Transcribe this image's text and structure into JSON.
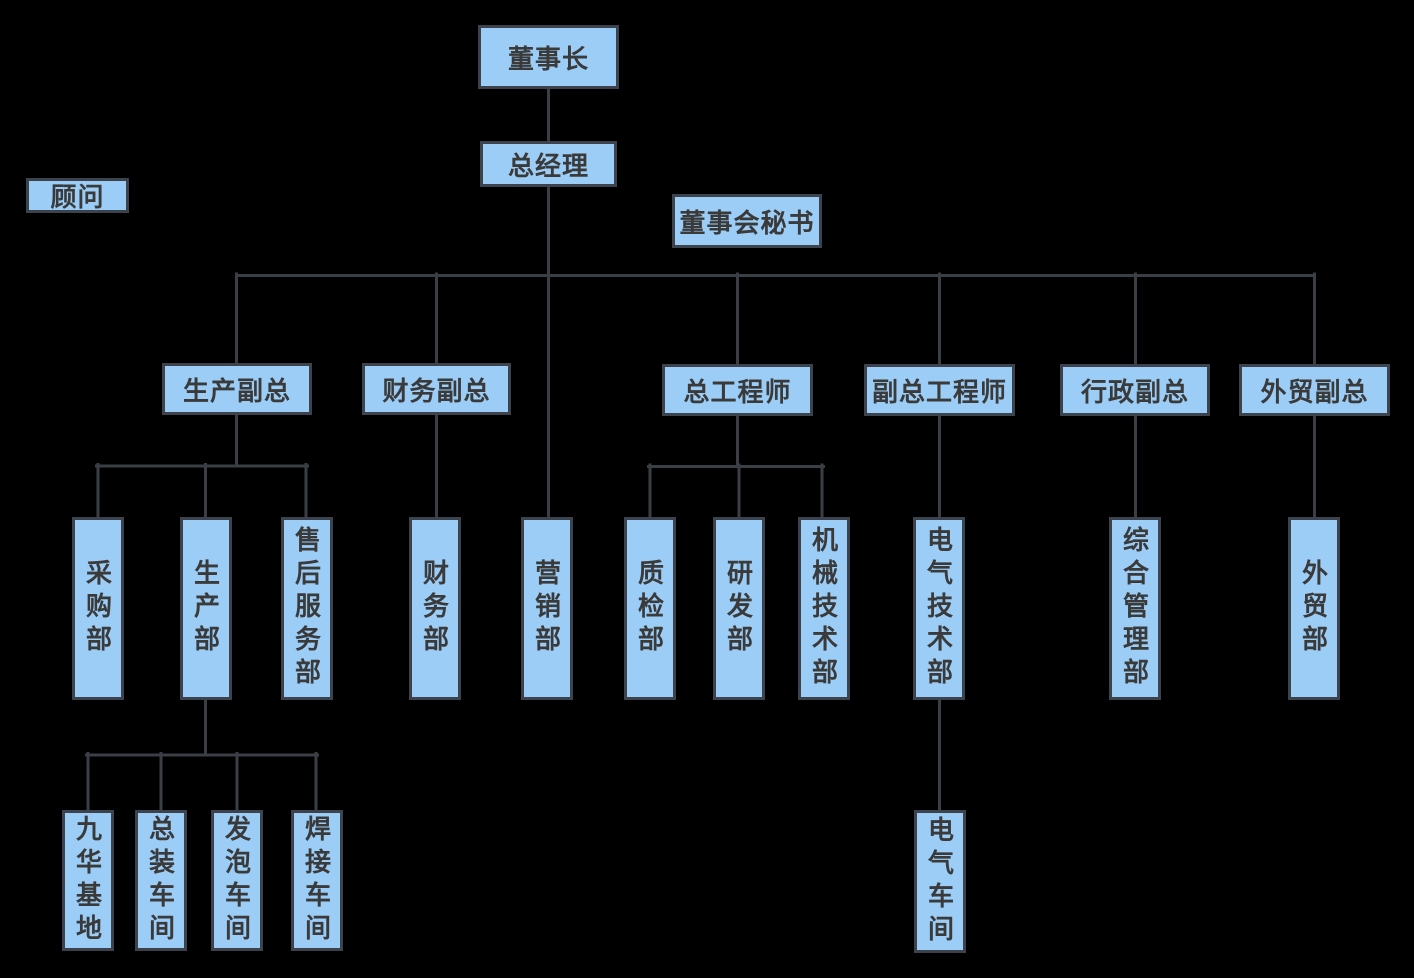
{
  "diagram_type": "org-chart",
  "colors": {
    "background": "#000000",
    "node_fill": "#9bcdf7",
    "node_border": "#3d434d",
    "connector_line": "#3a3f46",
    "node_text": "#3a3a3a"
  },
  "nodes": {
    "chairman": {
      "label": "董事长"
    },
    "general_manager": {
      "label": "总经理"
    },
    "advisor": {
      "label": "顾问"
    },
    "board_secretary": {
      "label": "董事会秘书"
    },
    "vp_production": {
      "label": "生产副总"
    },
    "vp_finance": {
      "label": "财务副总"
    },
    "chief_engineer": {
      "label": "总工程师"
    },
    "deputy_chief_engineer": {
      "label": "副总工程师"
    },
    "vp_admin": {
      "label": "行政副总"
    },
    "vp_foreign_trade": {
      "label": "外贸副总"
    },
    "purchasing_dept": {
      "label": "采购部"
    },
    "production_dept": {
      "label": "生产部"
    },
    "after_sales_dept": {
      "label": "售后服务部"
    },
    "finance_dept": {
      "label": "财务部"
    },
    "marketing_dept": {
      "label": "营销部"
    },
    "qc_dept": {
      "label": "质检部"
    },
    "rd_dept": {
      "label": "研发部"
    },
    "mechanical_tech_dept": {
      "label": "机械技术部"
    },
    "electrical_tech_dept": {
      "label": "电气技术部"
    },
    "general_mgmt_dept": {
      "label": "综合管理部"
    },
    "foreign_trade_dept": {
      "label": "外贸部"
    },
    "jiuhua_base": {
      "label": "九华基地"
    },
    "assembly_workshop": {
      "label": "总装车间"
    },
    "foaming_workshop": {
      "label": "发泡车间"
    },
    "welding_workshop": {
      "label": "焊接车间"
    },
    "electrical_workshop": {
      "label": "电气车间"
    }
  },
  "edges": [
    [
      "chairman",
      "general_manager"
    ],
    [
      "general_manager",
      "vp_production"
    ],
    [
      "general_manager",
      "vp_finance"
    ],
    [
      "general_manager",
      "marketing_dept"
    ],
    [
      "general_manager",
      "chief_engineer"
    ],
    [
      "general_manager",
      "deputy_chief_engineer"
    ],
    [
      "general_manager",
      "vp_admin"
    ],
    [
      "general_manager",
      "vp_foreign_trade"
    ],
    [
      "vp_production",
      "purchasing_dept"
    ],
    [
      "vp_production",
      "production_dept"
    ],
    [
      "vp_production",
      "after_sales_dept"
    ],
    [
      "vp_finance",
      "finance_dept"
    ],
    [
      "chief_engineer",
      "qc_dept"
    ],
    [
      "chief_engineer",
      "rd_dept"
    ],
    [
      "chief_engineer",
      "mechanical_tech_dept"
    ],
    [
      "deputy_chief_engineer",
      "electrical_tech_dept"
    ],
    [
      "vp_admin",
      "general_mgmt_dept"
    ],
    [
      "vp_foreign_trade",
      "foreign_trade_dept"
    ],
    [
      "production_dept",
      "jiuhua_base"
    ],
    [
      "production_dept",
      "assembly_workshop"
    ],
    [
      "production_dept",
      "foaming_workshop"
    ],
    [
      "production_dept",
      "welding_workshop"
    ],
    [
      "electrical_tech_dept",
      "electrical_workshop"
    ]
  ],
  "unconnected_nodes": [
    "advisor",
    "board_secretary"
  ]
}
